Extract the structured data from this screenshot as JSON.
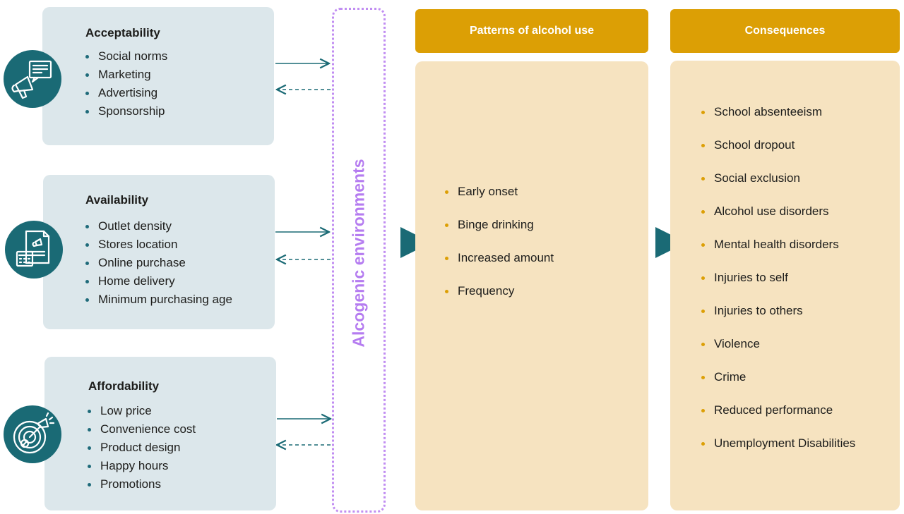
{
  "factors": [
    {
      "title": "Acceptability",
      "items": [
        "Social norms",
        "Marketing",
        "Advertising",
        "Sponsorship"
      ],
      "icon": "megaphone-speech-icon"
    },
    {
      "title": "Availability",
      "items": [
        "Outlet density",
        "Stores location",
        "Online purchase",
        "Home delivery",
        "Minimum purchasing age"
      ],
      "icon": "document-calculator-icon"
    },
    {
      "title": "Affordability",
      "items": [
        "Low price",
        "Convenience cost",
        "Product design",
        "Happy hours",
        "Promotions"
      ],
      "icon": "target-megaphone-icon"
    }
  ],
  "environment": {
    "label": "Alcogenic environments"
  },
  "patterns": {
    "header": "Patterns of alcohol use",
    "items": [
      "Early onset",
      "Binge drinking",
      "Increased amount",
      "Frequency"
    ]
  },
  "consequences": {
    "header": "Consequences",
    "items": [
      "School absenteeism",
      "School dropout",
      "Social exclusion",
      "Alcohol use disorders",
      "Mental health disorders",
      "Injuries to self",
      "Injuries to others",
      "Violence",
      "Crime",
      "Reduced performance",
      "Unemployment Disabilities"
    ]
  },
  "colors": {
    "teal": "#1a6a75",
    "factor_bg": "#dce7eb",
    "gold": "#dc9f05",
    "panel_bg": "#f6e3c0",
    "purple": "#b57cf0"
  }
}
